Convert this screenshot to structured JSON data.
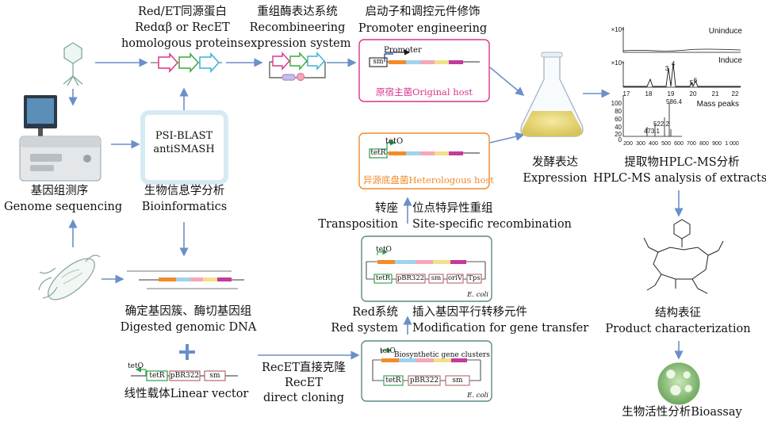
{
  "labels": {
    "red_et_cn": "Red/ET同源蛋白",
    "red_et_en1": "Redαβ or RecET",
    "red_et_en2": "homologous proteins",
    "recomb_cn": "重组酶表达系统",
    "recomb_en1": "Recombineering",
    "recomb_en2": "expression system",
    "promoter_cn": "启动子和调控元件修饰",
    "promoter_en": "Promoter engineering",
    "genome_cn": "基因组测序",
    "genome_en": "Genome sequencing",
    "bioinfo_cn": "生物信息学分析",
    "bioinfo_en": "Bioinformatics",
    "bioinfo_tool1": "PSI-BLAST",
    "bioinfo_tool2": "antiSMASH",
    "digest_cn": "确定基因簇、酶切基因组",
    "digest_en": "Digested genomic DNA",
    "linear_cn": "线性载体Linear vector",
    "recet_cn": "RecET直接克隆",
    "recet_en1": "RecET",
    "recet_en2": "direct cloning",
    "red_sys_cn": "Red系统",
    "red_sys_en": "Red system",
    "insert_cn": "插入基因平行转移元件",
    "insert_en": "Modification for gene transfer",
    "transpo_cn": "转座",
    "transpo_en": "Transposition",
    "site_cn": "位点特异性重组",
    "site_en": "Site-specific recombination",
    "ferment_cn": "发酵表达",
    "ferment_en": "Expression",
    "hplc_cn": "提取物HPLC-MS分析",
    "hplc_en": "HPLC-MS analysis of extracts",
    "product_cn": "结构表征",
    "product_en": "Product characterization",
    "bioassay": "生物活性分析Bioassay",
    "original_host": "原宿主菌Original host",
    "hetero_host": "异源底盘菌Heterologous host",
    "promoter_label": "Promoter",
    "sm": "sm",
    "teto": "tetO",
    "tetr": "tetR",
    "pbr322": "pBR322",
    "oriv": "oriV",
    "tps": "Tps",
    "ecoli": "E. coli",
    "bgc": "Biosynthetic gene clusters"
  },
  "hplc": {
    "uninduce": "Uninduce",
    "induce": "Induce",
    "mass_peaks": "Mass peaks",
    "scale": "×10⁶",
    "peak_labels": [
      "3",
      "4",
      "5",
      "6"
    ],
    "rt_ticks": [
      "17",
      "18",
      "19",
      "20",
      "21",
      "22"
    ],
    "mass_ticks": [
      "200",
      "300",
      "400",
      "500",
      "600",
      "700",
      "800",
      "900",
      "1 000"
    ],
    "mass_y_ticks": [
      "100",
      "80",
      "60",
      "40",
      "20",
      "0"
    ],
    "mass_peak_labels": [
      "586.4",
      "522.2",
      "473.1"
    ]
  },
  "colors": {
    "arrow": "#6b8fc9",
    "original_host": "#d6368a",
    "hetero_host": "#f08a2c",
    "box_teal": "#5a8a86",
    "seg_orange": "#f28c28",
    "seg_blue": "#9fd3ee",
    "seg_pink": "#f4a7b9",
    "seg_yellow": "#f2e08a",
    "seg_purple": "#c23b9b",
    "seg_green": "#8bc96c",
    "cassette_magenta": "#d6368a",
    "cassette_green": "#3aaa3a",
    "cassette_cyan": "#3ab0d6"
  }
}
